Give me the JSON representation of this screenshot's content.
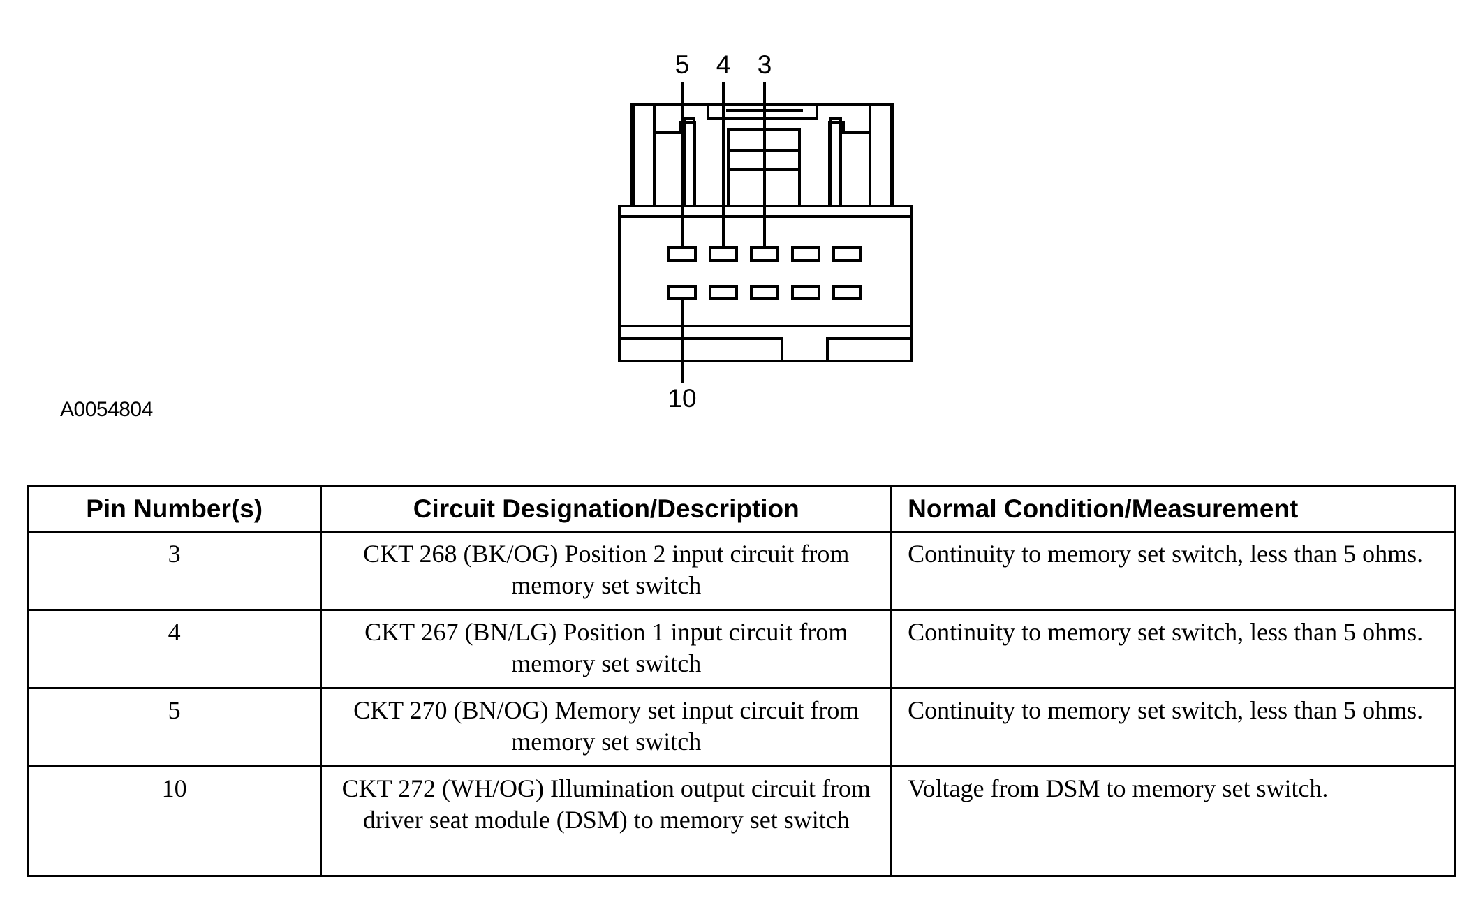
{
  "figure": {
    "id": "A0054804",
    "pin_callouts": {
      "pin5": "5",
      "pin4": "4",
      "pin3": "3",
      "pin10": "10"
    }
  },
  "table": {
    "headers": [
      "Pin Number(s)",
      "Circuit Designation/Description",
      "Normal Condition/Measurement"
    ],
    "rows": [
      {
        "pin": "3",
        "circuit": "CKT 268 (BK/OG) Position 2 input circuit from memory set switch",
        "condition": "Continuity to memory set switch, less than 5 ohms."
      },
      {
        "pin": "4",
        "circuit": "CKT 267 (BN/LG) Position 1 input circuit from memory set switch",
        "condition": "Continuity to memory set switch, less than 5 ohms."
      },
      {
        "pin": "5",
        "circuit": "CKT 270 (BN/OG) Memory set input circuit from memory set switch",
        "condition": "Continuity to memory set switch, less than 5 ohms."
      },
      {
        "pin": "10",
        "circuit": "CKT 272 (WH/OG) Illumination output circuit from driver seat module (DSM) to memory set switch",
        "condition": "Voltage from DSM to memory set switch."
      }
    ]
  }
}
